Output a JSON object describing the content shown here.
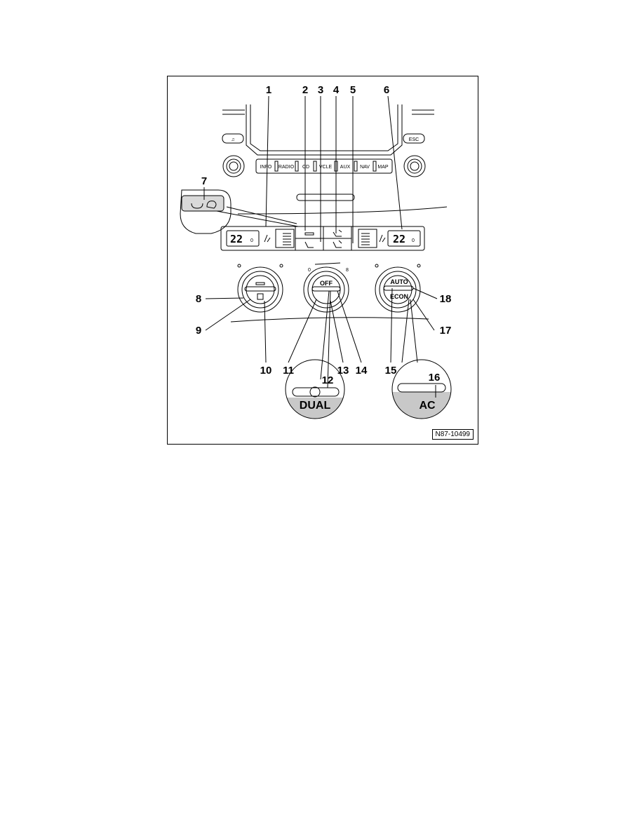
{
  "radio_buttons": {
    "note": "♫",
    "esc": "ESC",
    "info": "INFO",
    "radio": "RADIO",
    "cd": "CD",
    "vcle": "VCLE",
    "aux": "AUX",
    "nav": "NAV",
    "map": "MAP"
  },
  "displays": {
    "left_temp": "22",
    "left_dec": "0",
    "right_temp": "22",
    "right_dec": "0"
  },
  "knob_labels": {
    "off": "OFF",
    "auto": "AUTO",
    "econ": "ECON",
    "fan_min": "0",
    "fan_max": "8"
  },
  "insets": {
    "dual": "DUAL",
    "ac": "AC"
  },
  "callouts": [
    "1",
    "2",
    "3",
    "4",
    "5",
    "6",
    "7",
    "8",
    "9",
    "10",
    "11",
    "12",
    "13",
    "14",
    "15",
    "16",
    "17",
    "18"
  ],
  "figure_ref": "N87-10499",
  "colors": {
    "line": "#000000",
    "panel_gray": "#d9d9d9",
    "inset_gray": "#c8c8c8"
  }
}
